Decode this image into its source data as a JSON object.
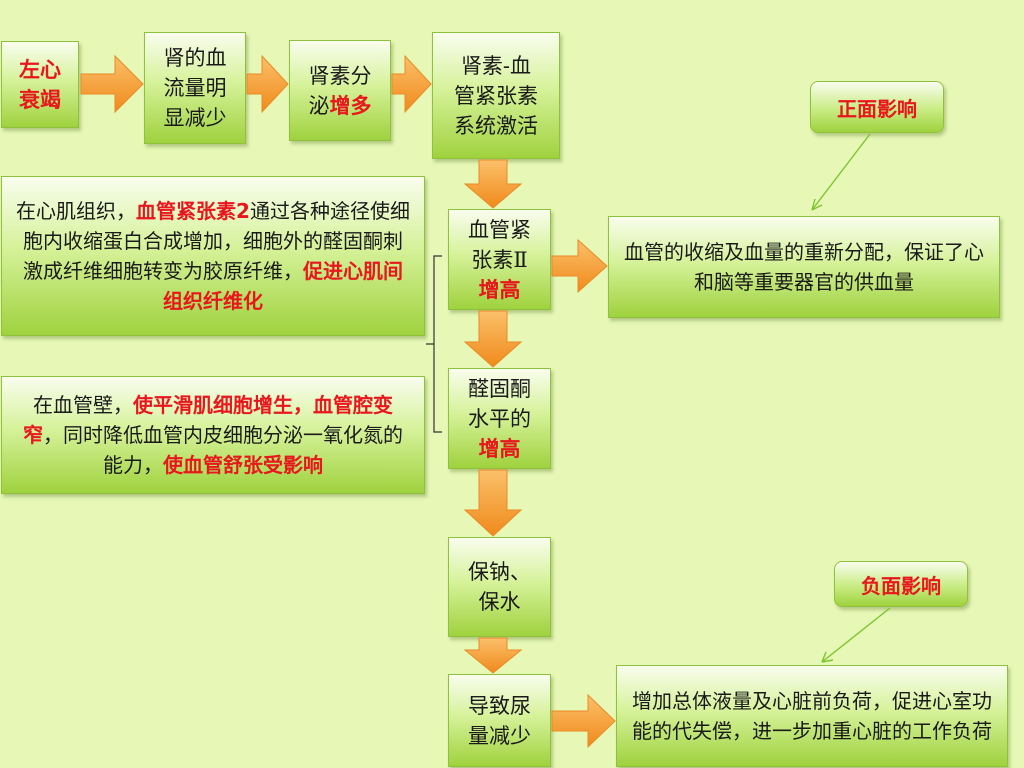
{
  "nodes": {
    "heart_failure": {
      "line1": "左心",
      "line2": "衰竭"
    },
    "renal_flow": {
      "line1": "肾的血",
      "line2": "流量明",
      "line3": "显减少"
    },
    "renin": {
      "line1": "肾素分",
      "line2a": "泌",
      "line2b": "增多"
    },
    "raas": {
      "line1": "肾素-血",
      "line2": "管紧张素",
      "line3": "系统激活"
    },
    "angiotensin": {
      "line1": "血管紧",
      "line2": "张素Ⅱ",
      "line3": "增高"
    },
    "aldosterone": {
      "line1": "醛固酮",
      "line2": "水平的",
      "line3": "增高"
    },
    "sodium": {
      "line1": "保钠、",
      "line2": "保水"
    },
    "urine": {
      "line1": "导致尿",
      "line2": "量减少"
    }
  },
  "effects": {
    "myocardium": {
      "p1": "在心肌组织，",
      "p2": "血管紧张素2",
      "p3": "通过各种途径使细胞内收缩蛋白合成增加，细胞外的醛固酮刺激成纤维细胞转变为胶原纤维，",
      "p4": "促进心肌间组织纤维化"
    },
    "vessel_wall": {
      "p1": "在血管壁，",
      "p2": "使平滑肌细胞增生，血管腔变窄",
      "p3": "，同时降低血管内皮细胞分泌一氧化氮的能力，",
      "p4": "使血管舒张受影响"
    },
    "positive_result": "血管的收缩及血量的重新分配，保证了心和脑等重要器官的供血量",
    "negative_result": "增加总体液量及心脏前负荷，促进心室功能的代失偿，进一步加重心脏的工作负荷"
  },
  "labels": {
    "positive": "正面影响",
    "negative": "负面影响"
  },
  "colors": {
    "background": "#e6f7b6",
    "arrow": "#f7a032",
    "highlight": "#e8161d",
    "pointer_line": "#7dc52e"
  }
}
